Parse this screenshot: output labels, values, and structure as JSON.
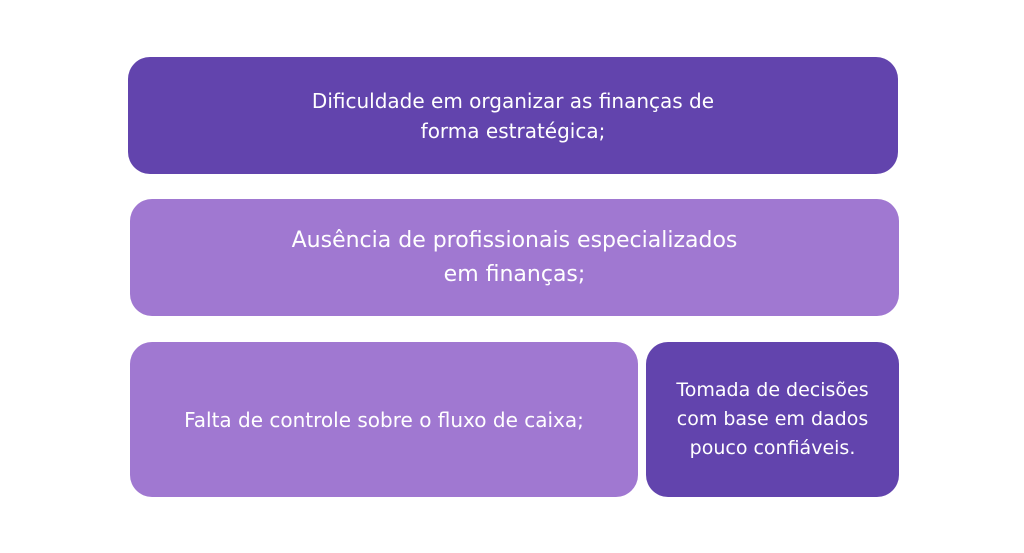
{
  "colors": {
    "dark_purple": "#6244ad",
    "light_purple": "#a078d1",
    "text": "#ffffff"
  },
  "cards": [
    {
      "text": "Dificuldade em organizar as finanças de forma estratégica;"
    },
    {
      "text": "Ausência de profissionais especializados em finanças;"
    },
    {
      "text": "Falta de controle sobre o fluxo de caixa;"
    },
    {
      "text": "Tomada de decisões com base em dados pouco confiáveis."
    }
  ]
}
